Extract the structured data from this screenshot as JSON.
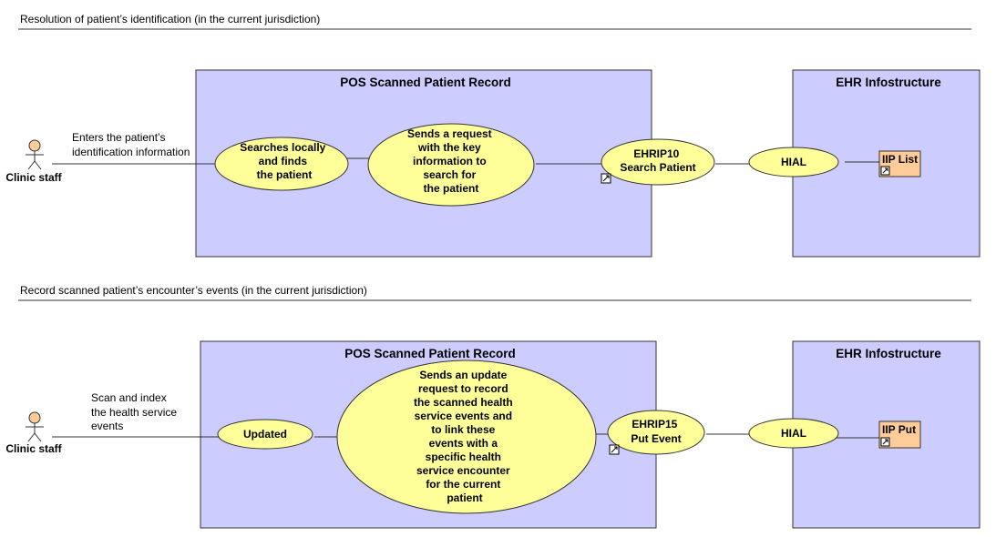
{
  "sections": [
    {
      "title": "Resolution of patient’s identification (in the current jurisdiction)",
      "actor": "Clinic staff",
      "note": [
        "Enters the patient’s",
        "identification information"
      ],
      "pos_title": "POS Scanned Patient Record",
      "ehr_title": "EHR Infostructure",
      "use_case_1": [
        "Searches locally",
        "and finds",
        "the patient"
      ],
      "use_case_2": [
        "Sends a request",
        "with the key",
        "information to",
        "search for",
        "the patient"
      ],
      "interaction": [
        "EHRIP10",
        "Search Patient"
      ],
      "hial": "HIAL",
      "iip": "IIP List"
    },
    {
      "title": "Record scanned patient’s encounter’s events (in the current jurisdiction)",
      "actor": "Clinic staff",
      "note": [
        "Scan and index",
        "the health service",
        "events"
      ],
      "pos_title": "POS Scanned Patient Record",
      "ehr_title": "EHR Infostructure",
      "use_case_1": [
        "Updated"
      ],
      "use_case_2": [
        "Sends an update",
        "request to record",
        "the scanned health",
        "service events and",
        "to link these",
        "events with a",
        "specific health",
        "service encounter",
        "for the current",
        "patient"
      ],
      "interaction": [
        "EHRIP15",
        "Put Event"
      ],
      "hial": "HIAL",
      "iip": "IIP Put"
    }
  ],
  "colors": {
    "frame_fill": "#ccccff",
    "use_case_fill": "#ffff99",
    "iip_fill": "#ffcc99",
    "actor_fill": "#ffcc99",
    "line": "#333333"
  }
}
